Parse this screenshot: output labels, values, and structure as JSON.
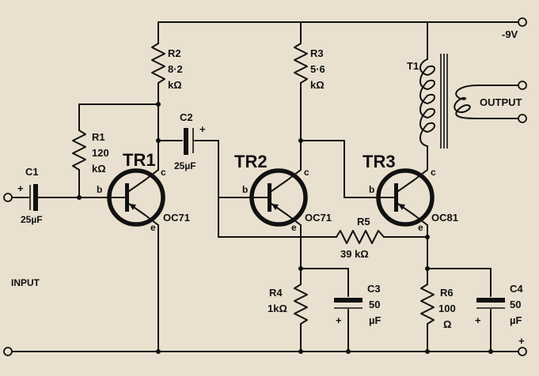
{
  "supply": {
    "negative": "-9V",
    "positive": "+"
  },
  "input": {
    "label": "INPUT",
    "plus": "+"
  },
  "output": {
    "label": "OUTPUT"
  },
  "transformer": {
    "ref": "T1"
  },
  "resistors": [
    {
      "ref": "R1",
      "value": "120",
      "unit": "kΩ"
    },
    {
      "ref": "R2",
      "value": "8·2",
      "unit": "kΩ"
    },
    {
      "ref": "R3",
      "value": "5·6",
      "unit": "kΩ"
    },
    {
      "ref": "R4",
      "value": "1kΩ"
    },
    {
      "ref": "R5",
      "value": "39 kΩ"
    },
    {
      "ref": "R6",
      "value": "100",
      "unit": "Ω"
    }
  ],
  "capacitors": [
    {
      "ref": "C1",
      "value": "25µF",
      "plus": "+"
    },
    {
      "ref": "C2",
      "value": "25µF",
      "plus": "+"
    },
    {
      "ref": "C3",
      "value": "50",
      "unit": "µF",
      "plus": "+"
    },
    {
      "ref": "C4",
      "value": "50",
      "unit": "µF",
      "plus": "+"
    }
  ],
  "transistors": [
    {
      "ref": "TR1",
      "type": "OC71",
      "b": "b",
      "c": "c",
      "e": "e"
    },
    {
      "ref": "TR2",
      "type": "OC71",
      "b": "b",
      "c": "c",
      "e": "e"
    },
    {
      "ref": "TR3",
      "type": "OC81",
      "b": "b",
      "c": "c",
      "e": "e"
    }
  ]
}
